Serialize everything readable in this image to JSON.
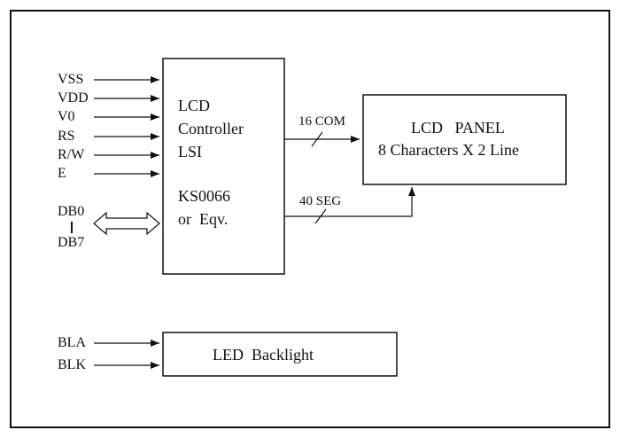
{
  "controller": {
    "lines": [
      "LCD",
      "Controller",
      "LSI",
      "KS0066",
      "or  Eqv."
    ]
  },
  "panel": {
    "title": "LCD   PANEL",
    "subtitle": "8 Characters X 2 Line"
  },
  "signals": {
    "com": "16 COM",
    "seg": "40 SEG"
  },
  "pins": [
    "VSS",
    "VDD",
    "V0",
    "RS",
    "R/W",
    "E"
  ],
  "bus": {
    "start": "DB0",
    "end": "DB7"
  },
  "backlight": {
    "label": "LED  Backlight",
    "pins": [
      "BLA",
      "BLK"
    ]
  }
}
